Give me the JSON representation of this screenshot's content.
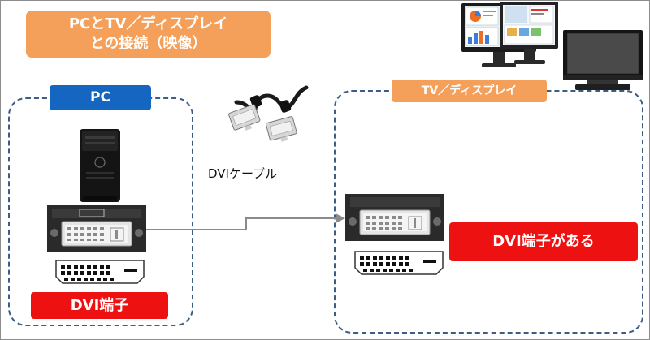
{
  "title": {
    "line1": "PCとTV／ディスプレイ",
    "line2": "との接続（映像）"
  },
  "pc_section": {
    "tag": "PC",
    "port_label": "DVI端子"
  },
  "tv_section": {
    "tag": "TV／ディスプレイ",
    "port_label": "DVI端子がある"
  },
  "cable": {
    "label": "DVIケーブル"
  },
  "colors": {
    "orange": "#f5a05a",
    "blue": "#1466c0",
    "red": "#ee1111",
    "dash": "#3c5d84"
  }
}
